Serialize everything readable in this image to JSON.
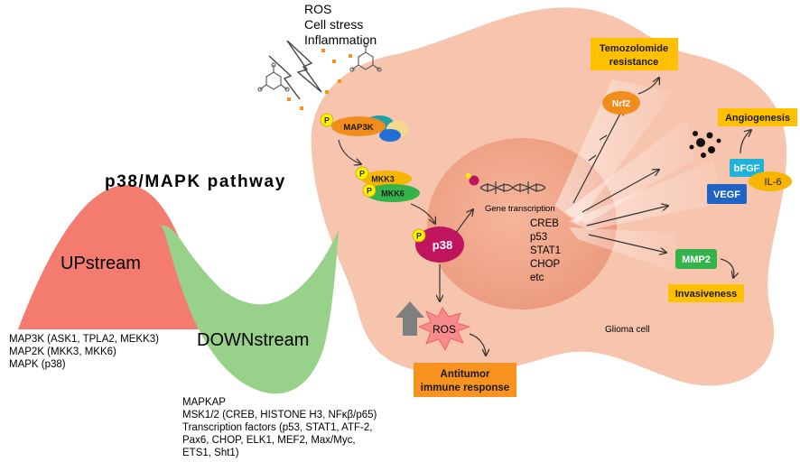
{
  "stress": {
    "line1": "ROS",
    "line2": "Cell stress",
    "line3": "Inflammation"
  },
  "pathway_title": "p38/MAPK pathway",
  "upstream": {
    "label": "UPstream",
    "line1": "MAP3K (ASK1, TPLA2, MEKK3)",
    "line2": "MAP2K (MKK3, MKK6)",
    "line3": "MAPK (p38)"
  },
  "downstream": {
    "label": "DOWNstream",
    "line1": "MAPKAP",
    "line2": "MSK1/2 (CREB, HISTONE H3, NFκβ/p65)",
    "line3": "Transcription factors (p53, STAT1, ATF-2,",
    "line4": "Pax6, CHOP, ELK1, MEF2, Max/Myc,",
    "line5": "ETS1, Sht1)"
  },
  "phospho": "P",
  "kinases": {
    "map3k": "MAP3K",
    "mkk3": "MKK3",
    "mkk6": "MKK6",
    "p38": "p38"
  },
  "nucleus": {
    "gene_transcription": "Gene transcription",
    "factors": [
      "CREB",
      "p53",
      "STAT1",
      "CHOP",
      "etc"
    ]
  },
  "ros_burst": "ROS",
  "antitumor": {
    "line1": "Antitumor",
    "line2": "immune response"
  },
  "glioma_label": "Glioma cell",
  "outcomes": {
    "temozolomide": {
      "line1": "Temozolomide",
      "line2": "resistance"
    },
    "nrf2": "Nrf2",
    "angiogenesis": "Angiogenesis",
    "bfgf": "bFGF",
    "il6": "IL-6",
    "vegf": "VEGF",
    "mmp2": "MMP2",
    "invasiveness": "Invasiveness"
  },
  "colors": {
    "cell": "#f7c4ae",
    "nucleus": "#f0a98c",
    "upstream_wave": "#f47c6e",
    "downstream_wave": "#97d18a",
    "orange_box": "#f7931e",
    "yellow_box": "#ffc000",
    "p38": "#c0145e",
    "mkk6": "#34b34a",
    "phospho": "#fff200"
  }
}
